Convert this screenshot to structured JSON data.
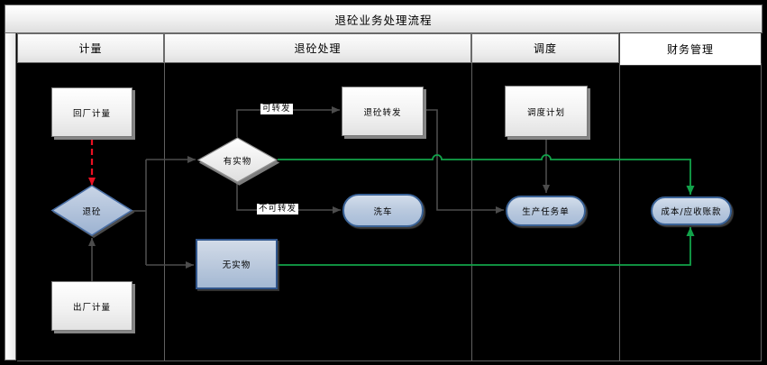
{
  "title": "退砼业务处理流程",
  "lanes": [
    {
      "label": "计量"
    },
    {
      "label": "退砼处理"
    },
    {
      "label": "调度"
    },
    {
      "label": "财务管理"
    }
  ],
  "nodes": {
    "huichang": {
      "label": "回厂计量",
      "type": "process"
    },
    "chuchang": {
      "label": "出厂计量",
      "type": "process"
    },
    "tuitong": {
      "label": "退砼",
      "type": "decision"
    },
    "youshiwu": {
      "label": "有实物",
      "type": "decision"
    },
    "wushiwu": {
      "label": "无实物",
      "type": "process"
    },
    "zhuanfa": {
      "label": "退砼转发",
      "type": "process"
    },
    "xiche": {
      "label": "洗车",
      "type": "terminator"
    },
    "renwudan": {
      "label": "生产任务单",
      "type": "terminator"
    },
    "jihua": {
      "label": "调度计划",
      "type": "process"
    },
    "chengben": {
      "label": "成本/应收账款",
      "type": "terminator"
    }
  },
  "edge_labels": {
    "kezhuanfa": "可转发",
    "bukezhuanfa": "不可转发"
  },
  "edges": [
    {
      "from": "huichang",
      "to": "tuitong",
      "style": "red-dashed"
    },
    {
      "from": "chuchang",
      "to": "tuitong",
      "style": "gray"
    },
    {
      "from": "tuitong",
      "to": "youshiwu",
      "style": "gray"
    },
    {
      "from": "tuitong",
      "to": "wushiwu",
      "style": "gray"
    },
    {
      "from": "youshiwu",
      "to": "zhuanfa",
      "label": "可转发",
      "style": "gray"
    },
    {
      "from": "youshiwu",
      "to": "xiche",
      "label": "不可转发",
      "style": "gray"
    },
    {
      "from": "zhuanfa",
      "to": "renwudan",
      "style": "gray"
    },
    {
      "from": "jihua",
      "to": "renwudan",
      "style": "gray"
    },
    {
      "from": "youshiwu",
      "to": "chengben",
      "style": "green"
    },
    {
      "from": "wushiwu",
      "to": "chengben",
      "style": "green"
    }
  ],
  "colors": {
    "canvas": "#000000",
    "connector_gray": "#4c4c4c",
    "flow_green": "#12a24a",
    "flow_red": "#e81123",
    "node_blue_border": "#3a6296",
    "node_blue_fill": "#b4c6de"
  }
}
